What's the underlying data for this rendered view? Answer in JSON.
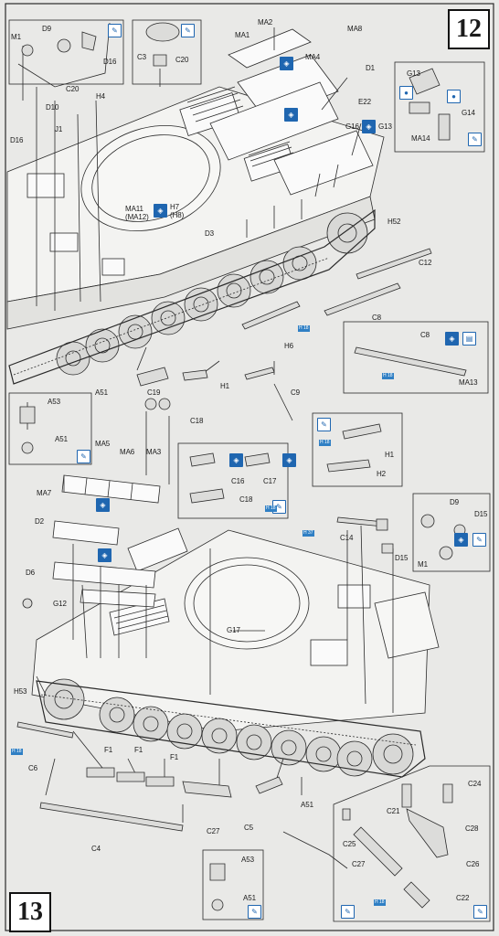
{
  "steps": {
    "top": "12",
    "bottom": "13"
  },
  "labels": {
    "m1": "M1",
    "d9": "D9",
    "d16a": "D16",
    "c3": "C3",
    "c20a": "C20",
    "ma1": "MA1",
    "ma2": "MA2",
    "ma8": "MA8",
    "ma4": "MA4",
    "d1": "D1",
    "c20b": "C20",
    "d10": "D10",
    "h4": "H4",
    "d16b": "D16",
    "j1": "J1",
    "e22": "E22",
    "g16": "G16",
    "g13a": "G13",
    "g13b": "G13",
    "g14": "G14",
    "ma14": "MA14",
    "ma11": "MA11",
    "ma12": "(MA12)",
    "h7": "H7",
    "h8": "(H8)",
    "d3": "D3",
    "h52": "H52",
    "c12": "C12",
    "c8a": "C8",
    "c8b": "C8",
    "ma13": "MA13",
    "h6": "H6",
    "a51a": "A51",
    "c19": "C19",
    "h1a": "H1",
    "c9": "C9",
    "c18a": "C18",
    "a53a": "A53",
    "a51b": "A51",
    "h1b": "H1",
    "h2": "H2",
    "c16": "C16",
    "c17": "C17",
    "c18b": "C18",
    "ma5": "MA5",
    "ma6": "MA6",
    "ma3": "MA3",
    "ma7": "MA7",
    "d2": "D2",
    "d6": "D6",
    "g12": "G12",
    "g17": "G17",
    "h53": "H53",
    "c14": "C14",
    "d15a": "D15",
    "d15b": "D15",
    "m1b": "M1",
    "c6": "C6",
    "f1a": "F1",
    "f1b": "F1",
    "f1c": "F1",
    "c4": "C4",
    "c27a": "C27",
    "c5": "C5",
    "a51c": "A51",
    "a53b": "A53",
    "a51d": "A51",
    "c24": "C24",
    "c21": "C21",
    "c28": "C28",
    "c25": "C25",
    "c27b": "C27",
    "c26": "C26",
    "c22": "C22"
  },
  "partnos": {
    "h6": "H 18",
    "c8": "H 18",
    "h1": "H 18",
    "c18": "H 18",
    "c14": "H 37",
    "c6": "H 18",
    "c22": "H 18"
  },
  "colors": {
    "accent": "#1f66b0",
    "line": "#2a2a2a",
    "paper": "#e9e9e7"
  }
}
